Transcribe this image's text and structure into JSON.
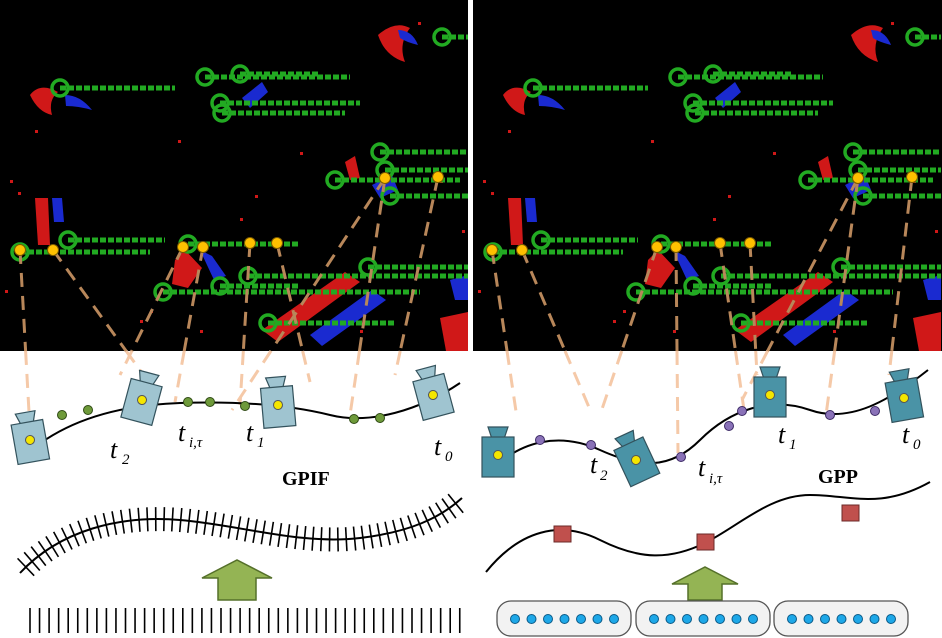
{
  "left_panel": {
    "method_label": "GPIF",
    "time_labels": [
      {
        "base": "t",
        "sub": "2"
      },
      {
        "base": "t",
        "sub": "i,τ"
      },
      {
        "base": "t",
        "sub": "1"
      },
      {
        "base": "t",
        "sub": "0"
      }
    ]
  },
  "right_panel": {
    "method_label": "GPP",
    "time_labels": [
      {
        "base": "t",
        "sub": "2"
      },
      {
        "base": "t",
        "sub": "i,τ"
      },
      {
        "base": "t",
        "sub": "1"
      },
      {
        "base": "t",
        "sub": "0"
      }
    ]
  },
  "colors": {
    "background_event_image": "#000000",
    "feature_track": "#22aa22",
    "event_red": "#d01818",
    "event_blue": "#1a2ad0",
    "feature_point": "#ffc000",
    "projection_dash": "#b8875a",
    "projection_dash_light": "#f5c9a8",
    "camera_gpif": "#9fc4d0",
    "camera_gpp": "#4a93a6",
    "interp_node_gpif": "#6e9a3a",
    "interp_node_gpp": "#8a72b8",
    "up_arrow": "#94b454",
    "knot_square": "#c0504d",
    "control_point": "#1ea8e8"
  }
}
